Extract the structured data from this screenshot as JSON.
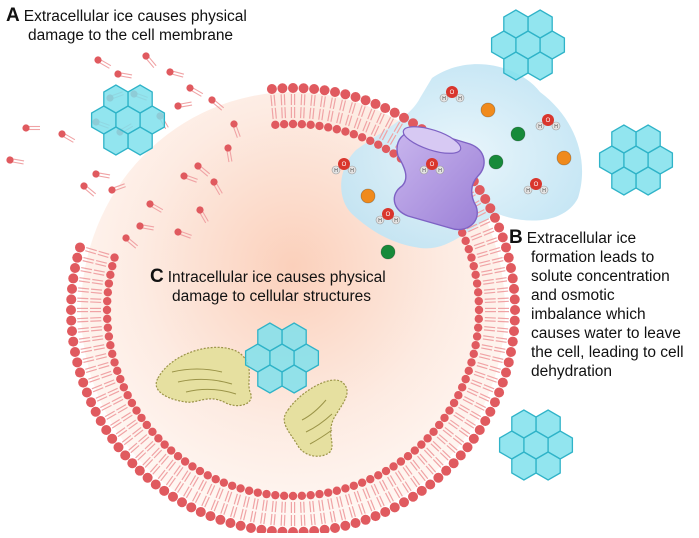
{
  "panels": {
    "a": {
      "letter": "A",
      "lines": [
        "Extracellular ice causes physical",
        "damage to the cell membrane"
      ]
    },
    "b": {
      "letter": "B",
      "lines": [
        "Extracellular ice",
        "formation leads to",
        "solute concentration",
        "and osmotic",
        "imbalance which",
        "causes water to leave",
        "the cell, leading to cell",
        "dehydration"
      ]
    },
    "c": {
      "letter": "C",
      "lines": [
        "Intracellular ice causes physical",
        "damage to cellular structures"
      ]
    }
  },
  "molecule_labels": {
    "oxygen": "O",
    "hydrogen": "H"
  },
  "colors": {
    "membrane_head": "#e05a5f",
    "membrane_tail": "#f0a3a5",
    "cytoplasm_center": "#fbd5c2",
    "ice_fill": "#7fe0ec",
    "ice_stroke": "#2fb3c8",
    "water_zone": "#cfeaf6",
    "channel": "#b49ae0",
    "solute_orange": "#f08a1c",
    "solute_green": "#178a3a",
    "mitochondrion": "#e6e0a0"
  }
}
